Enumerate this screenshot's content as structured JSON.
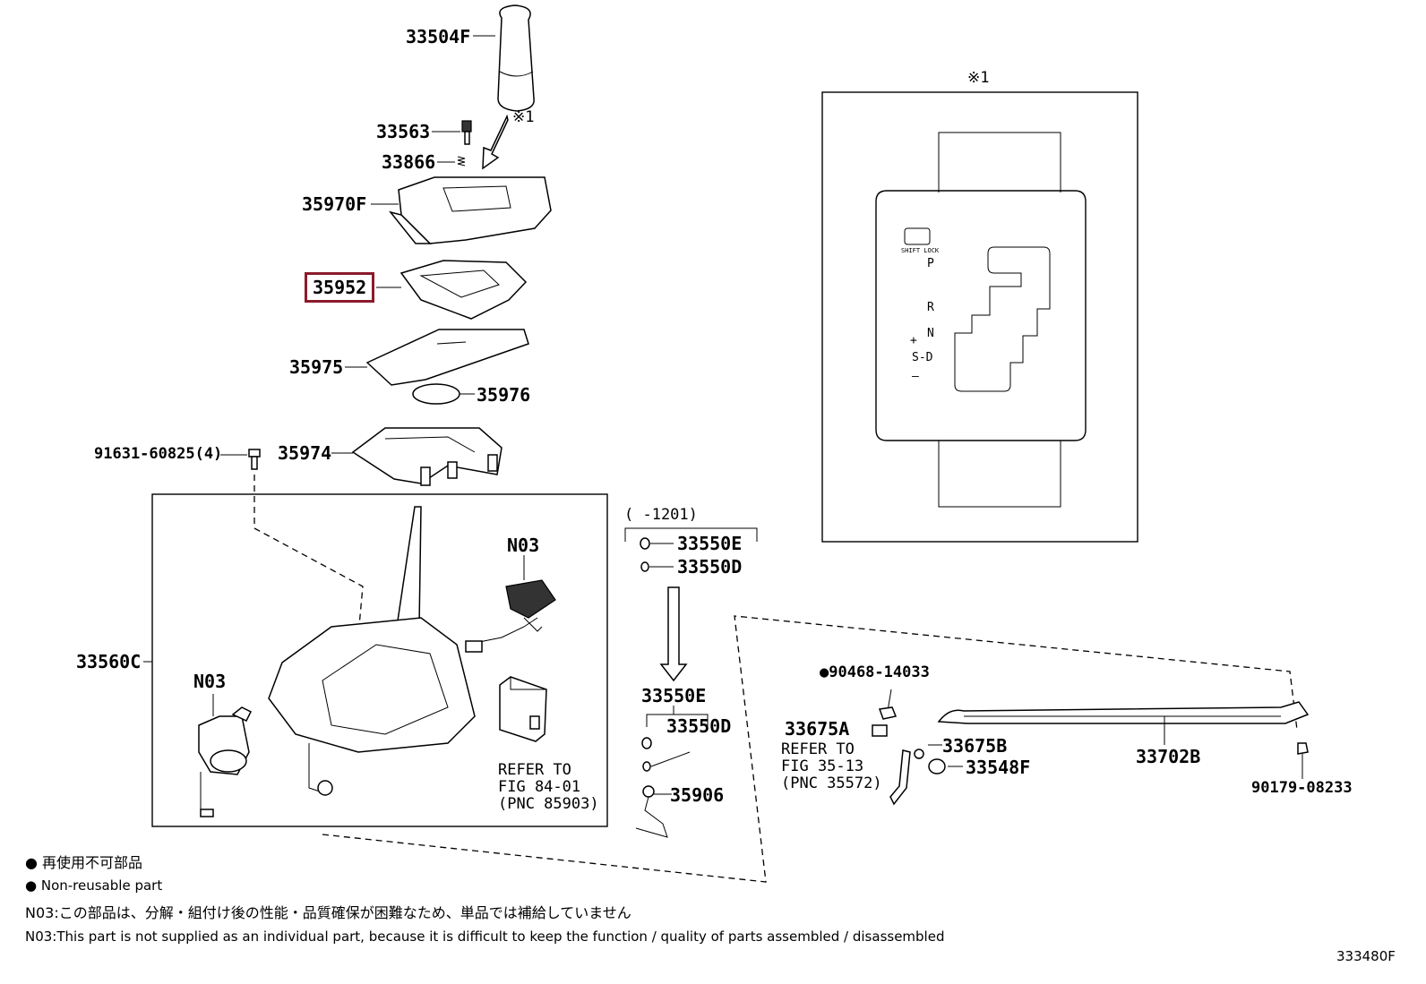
{
  "parts": {
    "p33504F": "33504F",
    "p33563": "33563",
    "p33866": "33866",
    "p35970F": "35970F",
    "p35952": "35952",
    "p35975": "35975",
    "p35976": "35976",
    "p35974": "35974",
    "p91631": "91631-60825(4)",
    "p33560C": "33560C",
    "n03_left": "N03",
    "n03_right": "N03",
    "p33550E_top": "33550E",
    "p33550D_top": "33550D",
    "p33550E_bottom": "33550E",
    "p33550D_bottom": "33550D",
    "p35906": "35906",
    "range_label": "(     -1201)",
    "p90468": "●90468-14033",
    "p33675A": "33675A",
    "p33675B": "33675B",
    "p33548F": "33548F",
    "p33702B": "33702B",
    "p90179": "90179-08233"
  },
  "refs": {
    "refer_84_l1": "REFER TO",
    "refer_84_l2": "FIG 84-01",
    "refer_84_l3": "(PNC 85903)",
    "refer_35_l1": "REFER TO",
    "refer_35_l2": "FIG 35-13",
    "refer_35_l3": "(PNC 35572)"
  },
  "inset": {
    "title": "※1",
    "arrow_note": "※1",
    "shift_lock": "SHIFT LOCK",
    "gear_p": "P",
    "gear_r": "R",
    "gear_n": "N",
    "gear_plus": "+",
    "gear_sd": "S-D",
    "gear_minus": "–"
  },
  "legend": {
    "jp_nonreusable": "● 再使用不可部品",
    "en_nonreusable": "● Non-reusable part",
    "jp_n03": "N03:この部品は、分解・組付け後の性能・品質確保が困難なため、単品では補給していません",
    "en_n03": "N03:This part is not supplied as an individual part, because it is difficult to keep the function / quality of parts assembled / disassembled"
  },
  "figure_id": "333480F",
  "colors": {
    "highlight": "#8b1a2b",
    "ink": "#000000",
    "background": "#ffffff"
  }
}
